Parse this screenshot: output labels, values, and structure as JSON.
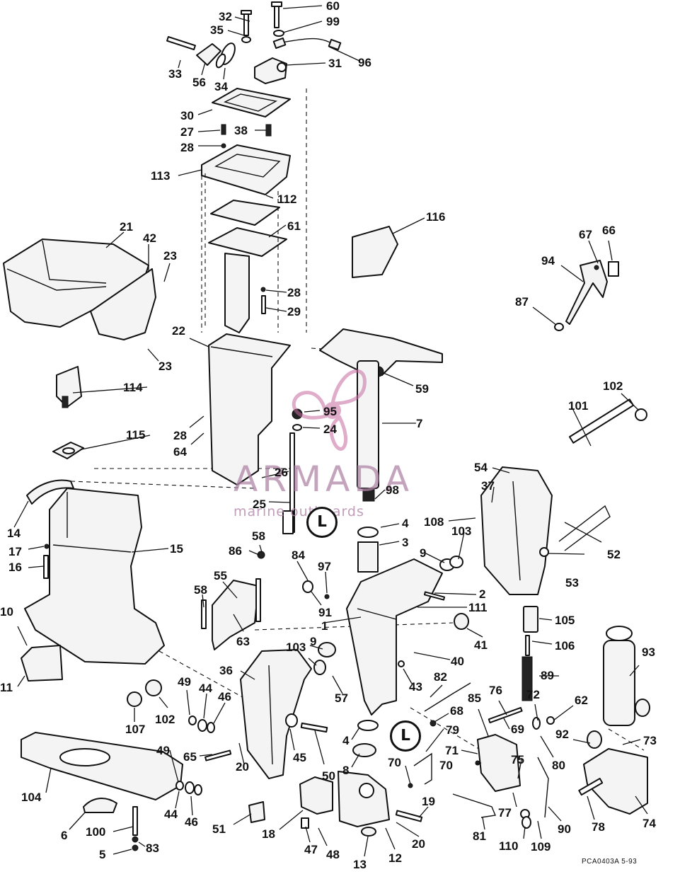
{
  "diagram": {
    "labels": [
      "60",
      "99",
      "32",
      "35",
      "96",
      "31",
      "33",
      "56",
      "34",
      "30",
      "27",
      "38",
      "28",
      "113",
      "112",
      "116",
      "21",
      "42",
      "23",
      "61",
      "28",
      "29",
      "67",
      "66",
      "94",
      "87",
      "22",
      "23",
      "59",
      "114",
      "95",
      "24",
      "7",
      "102",
      "101",
      "28",
      "64",
      "115",
      "26",
      "54",
      "37",
      "98",
      "25",
      "108",
      "4",
      "103",
      "3",
      "14",
      "17",
      "15",
      "16",
      "58",
      "86",
      "84",
      "97",
      "9",
      "53",
      "52",
      "2",
      "111",
      "55",
      "58",
      "91",
      "1",
      "63",
      "105",
      "41",
      "106",
      "10",
      "103",
      "9",
      "40",
      "36",
      "89",
      "93",
      "11",
      "49",
      "44",
      "46",
      "82",
      "43",
      "57",
      "107",
      "102",
      "76",
      "72",
      "62",
      "68",
      "85",
      "69",
      "4",
      "79",
      "92",
      "65",
      "45",
      "50",
      "71",
      "80",
      "73",
      "49",
      "70",
      "20",
      "70",
      "8",
      "75",
      "104",
      "44",
      "46",
      "77",
      "19",
      "100",
      "51",
      "18",
      "6",
      "83",
      "81",
      "110",
      "109",
      "90",
      "78",
      "74",
      "5",
      "47",
      "48",
      "20",
      "13",
      "12"
    ],
    "watermark_title": "ARMADA",
    "watermark_subtitle": "marine outboards",
    "footer_code": "PCA0403A   5-93",
    "sealant_badges": [
      "ᒪ",
      "ᒪ"
    ]
  }
}
